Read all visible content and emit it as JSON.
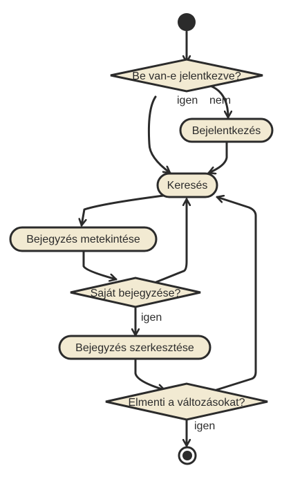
{
  "colors": {
    "node_fill": "#f2ead2",
    "stroke": "#2b2b2b",
    "text": "#2b2b2b",
    "background": "#ffffff"
  },
  "nodes": {
    "start": "",
    "logged_in_decision": "Be van-e jelentkezve?",
    "login": "Bejelentkezés",
    "search": "Keresés",
    "view_post": "Bejegyzés metekintése",
    "own_post_decision": "Saját bejegyzése?",
    "edit_post": "Bejegyzés szerkesztése",
    "save_changes_decision": "Elmenti a változásokat?",
    "end": ""
  },
  "edge_labels": {
    "logged_in_yes": "igen",
    "logged_in_no": "nem",
    "own_post_yes": "igen",
    "save_yes": "igen"
  }
}
